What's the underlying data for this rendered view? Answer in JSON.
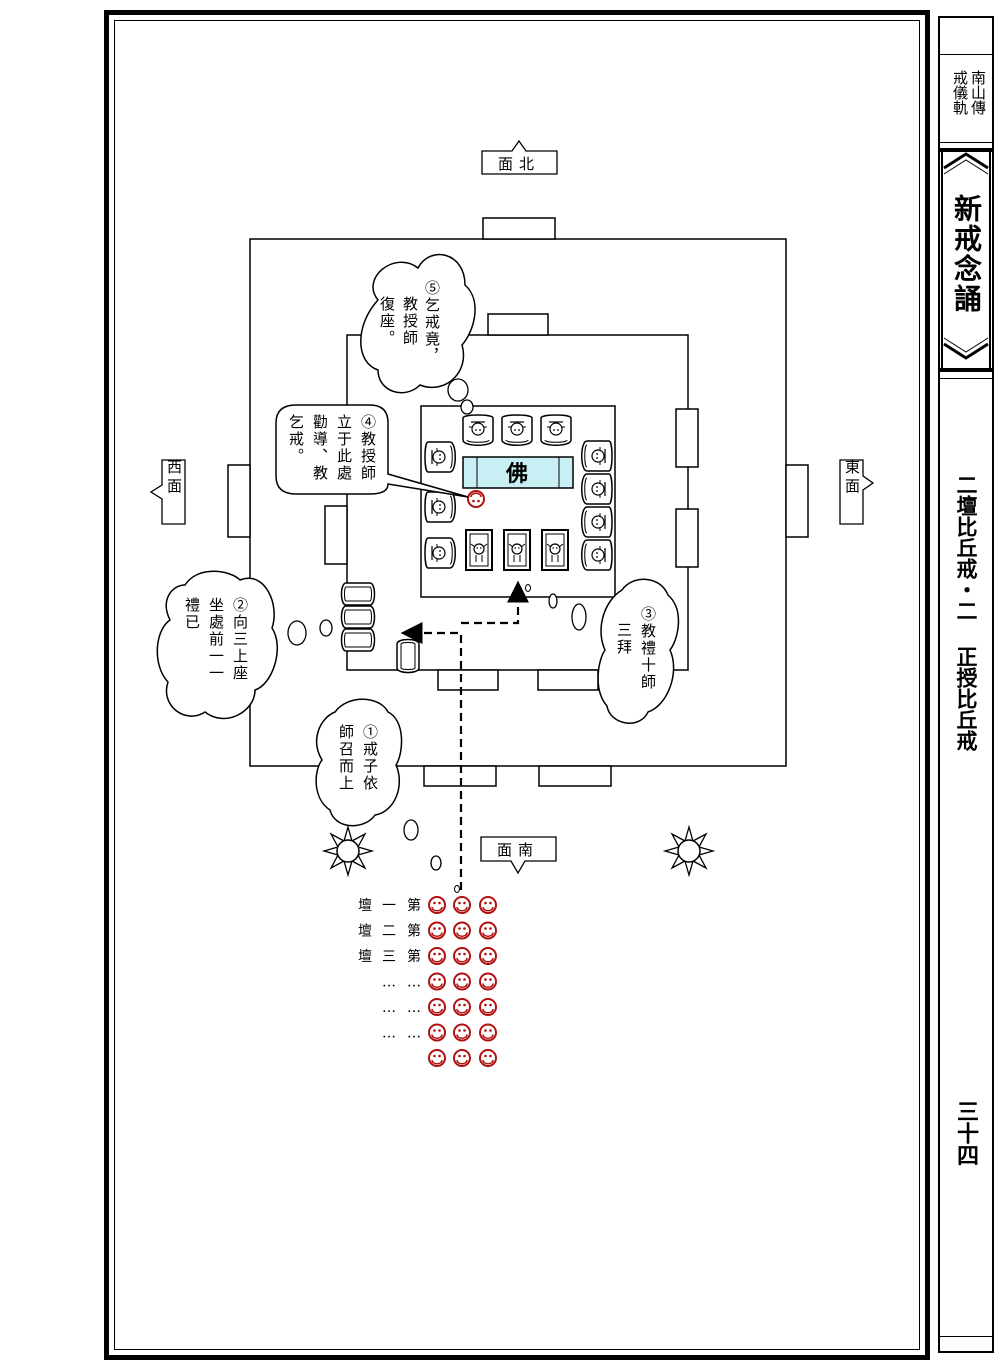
{
  "sidebar": {
    "book_title_line1": "南山傳",
    "book_title_line2": "戒儀軌",
    "main_title": "新戒念誦",
    "section_title": "二壇比丘戒・二 正授比丘戒",
    "page_number": "三十四"
  },
  "directions": {
    "north": "面北",
    "south": "面南",
    "east": "東面",
    "west": "西面"
  },
  "altar": {
    "buddha": "佛"
  },
  "bubbles": {
    "step1": [
      "①戒子依",
      "師召而上"
    ],
    "step2": [
      "②向三上座",
      "坐處前一一",
      "禮已"
    ],
    "step3": [
      "③教禮十師",
      "三拜"
    ],
    "step4": [
      "④教授師",
      "立于此處",
      "勸導、教",
      "乞戒。"
    ],
    "step5": [
      "⑤乞戒竟，",
      "教授師",
      "復座。"
    ]
  },
  "queue": {
    "rows": [
      {
        "label": [
          "第",
          "一",
          "壇"
        ]
      },
      {
        "label": [
          "第",
          "二",
          "壇"
        ]
      },
      {
        "label": [
          "第",
          "三",
          "壇"
        ]
      },
      {
        "label": [
          "…",
          "…"
        ]
      },
      {
        "label": [
          "…",
          "…"
        ]
      },
      {
        "label": [
          "…",
          "…"
        ]
      },
      {
        "label": []
      }
    ]
  },
  "colors": {
    "altar_fill": "#c8f0f4",
    "person_red": "#b01010"
  }
}
